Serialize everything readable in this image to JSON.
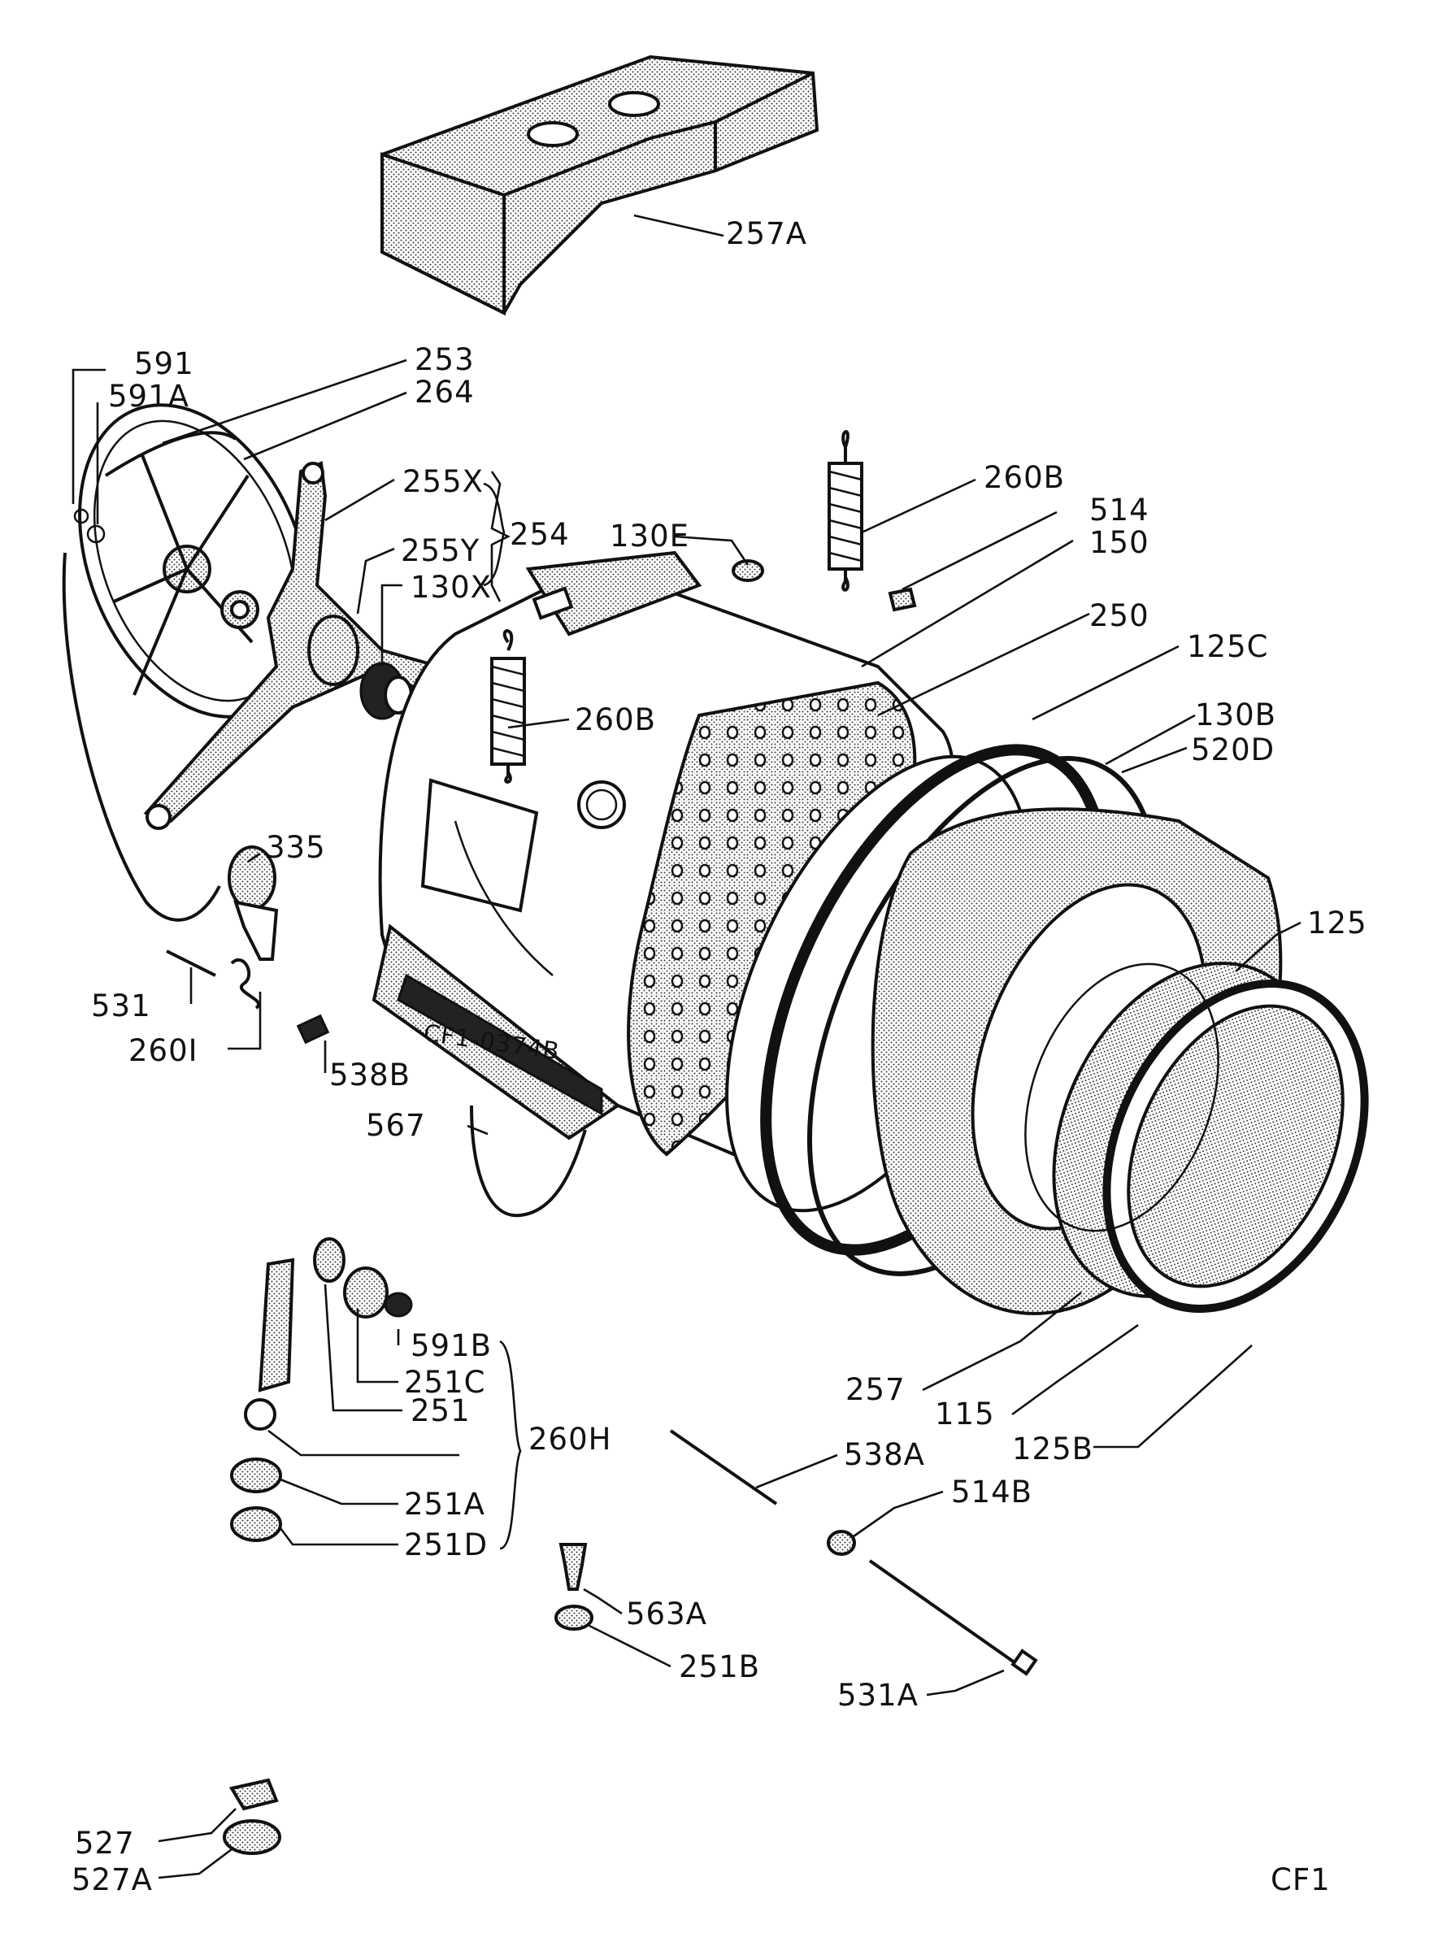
{
  "labels": {
    "l257A": "257A",
    "l591": "591",
    "l591A": "591A",
    "l253": "253",
    "l264": "264",
    "l255X": "255X",
    "l254": "254",
    "l255Y": "255Y",
    "l130X": "130X",
    "l130E": "130E",
    "l260B_top": "260B",
    "l514": "514",
    "l150": "150",
    "l250": "250",
    "l125C": "125C",
    "l130B": "130B",
    "l520D": "520D",
    "l260B_mid": "260B",
    "l335": "335",
    "l125": "125",
    "l531": "531",
    "l260I": "260I",
    "l538B": "538B",
    "l567": "567",
    "l591B": "591B",
    "l251C": "251C",
    "l251": "251",
    "l260H": "260H",
    "l251A": "251A",
    "l251D": "251D",
    "l257": "257",
    "l115": "115",
    "l125B": "125B",
    "l538A": "538A",
    "l514B": "514B",
    "l563A": "563A",
    "l251B": "251B",
    "l531A": "531A",
    "l527": "527",
    "l527A": "527A",
    "code": "CF1",
    "handwritten": "CF1-0374B"
  },
  "colors": {
    "ink": "#111111",
    "paper": "#ffffff"
  }
}
